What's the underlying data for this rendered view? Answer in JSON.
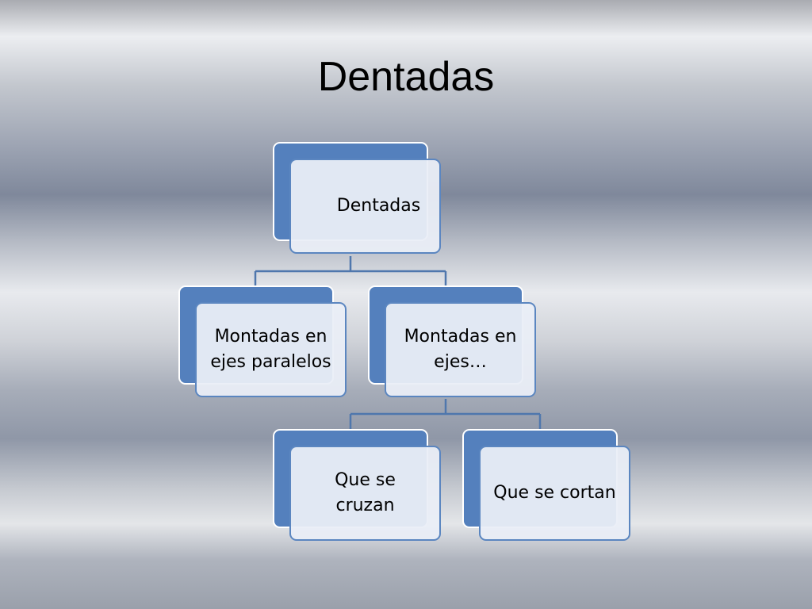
{
  "title": "Dentadas",
  "diagram": {
    "root": {
      "label": "Dentadas"
    },
    "level1": [
      {
        "label": "Montadas en ejes paralelos"
      },
      {
        "label": "Montadas en ejes…"
      }
    ],
    "level2": [
      {
        "label": "Que se cruzan"
      },
      {
        "label": "Que se cortan"
      }
    ],
    "colors": {
      "back_box": "#5480bd",
      "front_box": "#eaeef6",
      "connector": "#4f77ad"
    }
  }
}
